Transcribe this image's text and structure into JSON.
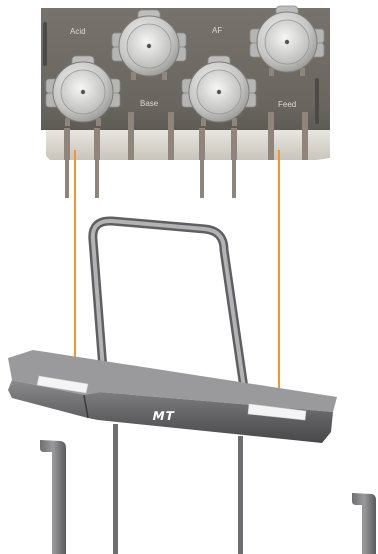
{
  "pump_labels": {
    "acid": "Acid",
    "af": "AF",
    "base": "Base",
    "feed": "Feed"
  },
  "logo": {
    "text": "MT"
  },
  "icons": {
    "pump": "peristaltic-pump-icon",
    "arrow": "arrow-down-icon"
  },
  "colors": {
    "panel": "#6d6a64",
    "panel_bottom": "#ddd9d2",
    "pump_body": "#c6c6c4",
    "tube": "#8f857a",
    "arrow": "#f39530",
    "bracket": "#5c5c5c",
    "handle": "#8a8a8a"
  }
}
